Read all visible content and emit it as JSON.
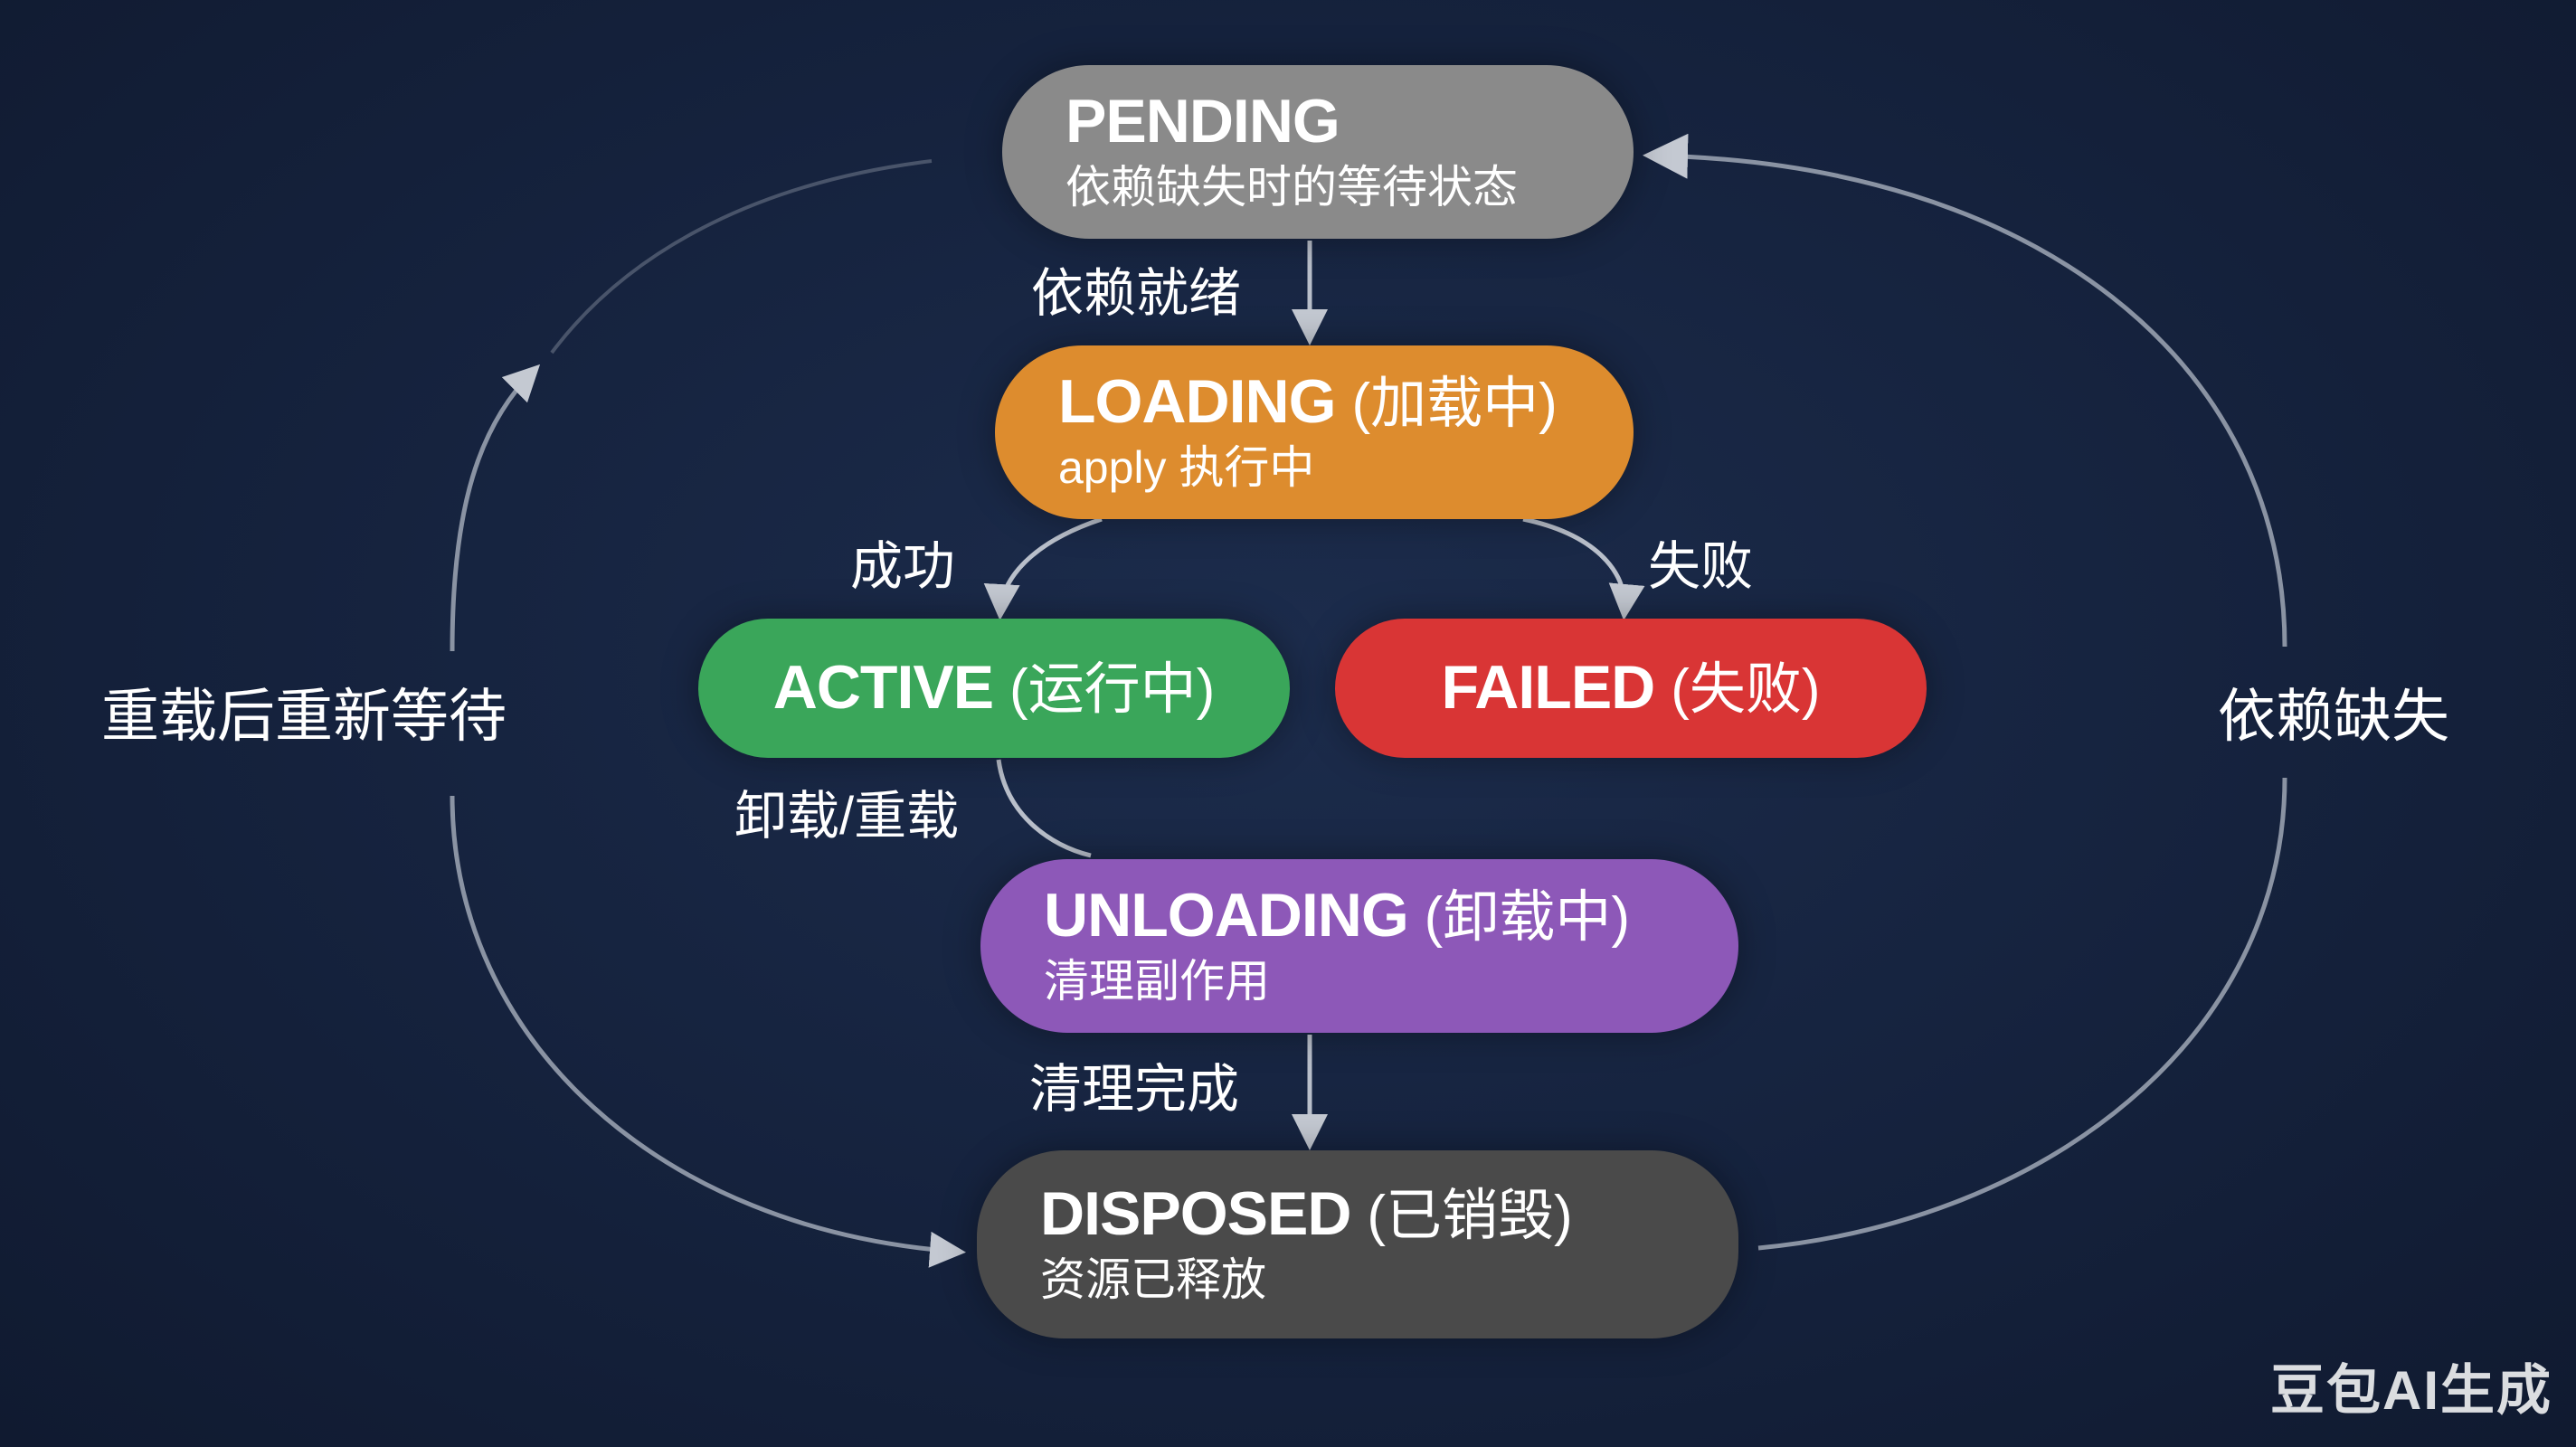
{
  "nodes": {
    "pending": {
      "title": "PENDING",
      "subtitle": "依赖缺失时的等待状态",
      "color": "#8a8a8a"
    },
    "loading": {
      "title": "LOADING",
      "title_cn": "(加载中)",
      "subtitle": "apply 执行中",
      "color": "#dd8c2e"
    },
    "active": {
      "title": "ACTIVE",
      "title_cn": "(运行中)",
      "color": "#3aa65a"
    },
    "failed": {
      "title": "FAILED",
      "title_cn": "(失败)",
      "color": "#d93535"
    },
    "unloading": {
      "title": "UNLOADING",
      "title_cn": "(卸载中)",
      "subtitle": "清理副作用",
      "color": "#8d58b8"
    },
    "disposed": {
      "title": "DISPOSED",
      "title_cn": "(已销毁)",
      "subtitle": "资源已释放",
      "color": "#4a4a4a"
    }
  },
  "edges": {
    "dependency_ready": "依赖就绪",
    "success": "成功",
    "failure": "失败",
    "unload_reload": "卸载/重载",
    "cleanup_done": "清理完成",
    "reload_wait": "重载后重新等待",
    "dependency_missing": "依赖缺失"
  },
  "watermark": "豆包AI生成",
  "colors": {
    "background": "#15223d",
    "arrow": "#b9bfca"
  }
}
